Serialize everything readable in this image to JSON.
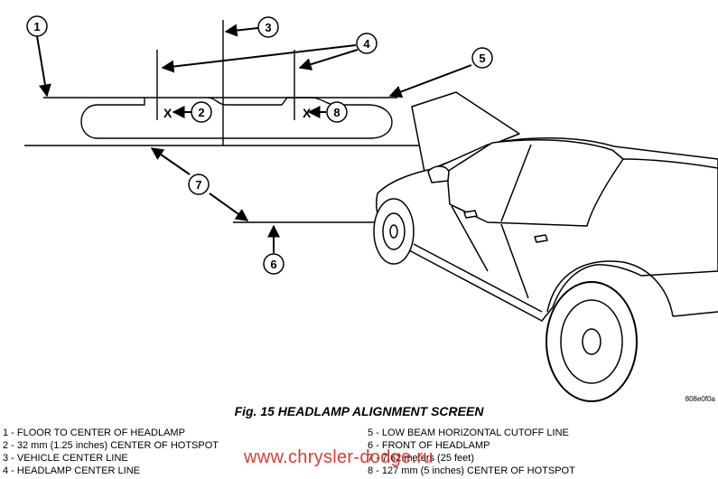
{
  "figure": {
    "title": "Fig. 15 HEADLAMP ALIGNMENT SCREEN",
    "image_code": "808e0f0a"
  },
  "callouts": [
    "1",
    "2",
    "3",
    "4",
    "5",
    "6",
    "7",
    "8"
  ],
  "marks": {
    "hotspot_left": "X",
    "hotspot_right": "X"
  },
  "legend": {
    "left": [
      "1 - FLOOR TO CENTER OF HEADLAMP",
      "2 - 32 mm (1.25 inches) CENTER OF HOTSPOT",
      "3 - VEHICLE CENTER LINE",
      "4 - HEADLAMP CENTER LINE"
    ],
    "right": [
      "5 - LOW BEAM HORIZONTAL CUTOFF LINE",
      "6 - FRONT OF HEADLAMP",
      "7 - 7.62 meters (25 feet)",
      "8 - 127 mm (5 inches) CENTER OF HOTSPOT"
    ]
  },
  "watermark": "www.chrysler-dodge.ru"
}
